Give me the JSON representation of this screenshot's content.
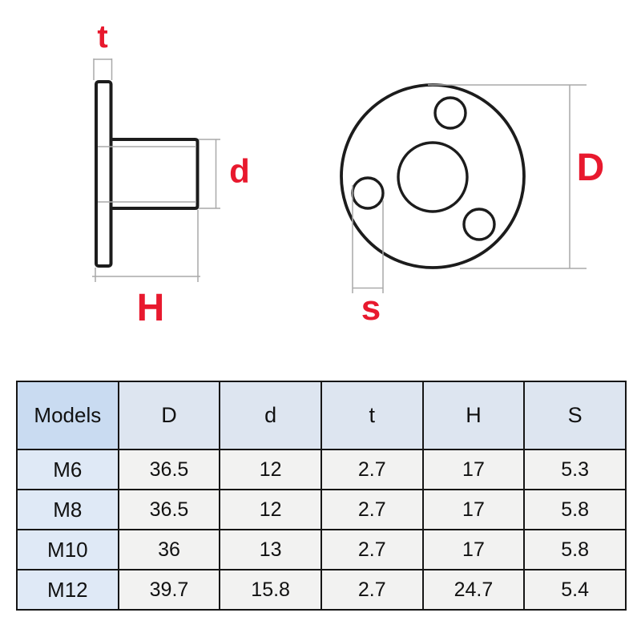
{
  "colors": {
    "accent": "#e8192e",
    "line": "#1c1c1c",
    "dim_line": "#a9a9a9",
    "table_border": "#161616",
    "header_model_bg": "#c9dbf1",
    "header_bg": "#dde5f0",
    "model_col_bg": "#dfe9f6",
    "cell_bg": "#f2f2f1"
  },
  "drawing": {
    "side_view_labels": {
      "t": "t",
      "d": "d",
      "H": "H"
    },
    "front_view_labels": {
      "D": "D",
      "s": "s"
    }
  },
  "table": {
    "headers": [
      "Models",
      "D",
      "d",
      "t",
      "H",
      "S"
    ],
    "rows": [
      [
        "M6",
        "36.5",
        "12",
        "2.7",
        "17",
        "5.3"
      ],
      [
        "M8",
        "36.5",
        "12",
        "2.7",
        "17",
        "5.8"
      ],
      [
        "M10",
        "36",
        "13",
        "2.7",
        "17",
        "5.8"
      ],
      [
        "M12",
        "39.7",
        "15.8",
        "2.7",
        "24.7",
        "5.4"
      ]
    ]
  }
}
